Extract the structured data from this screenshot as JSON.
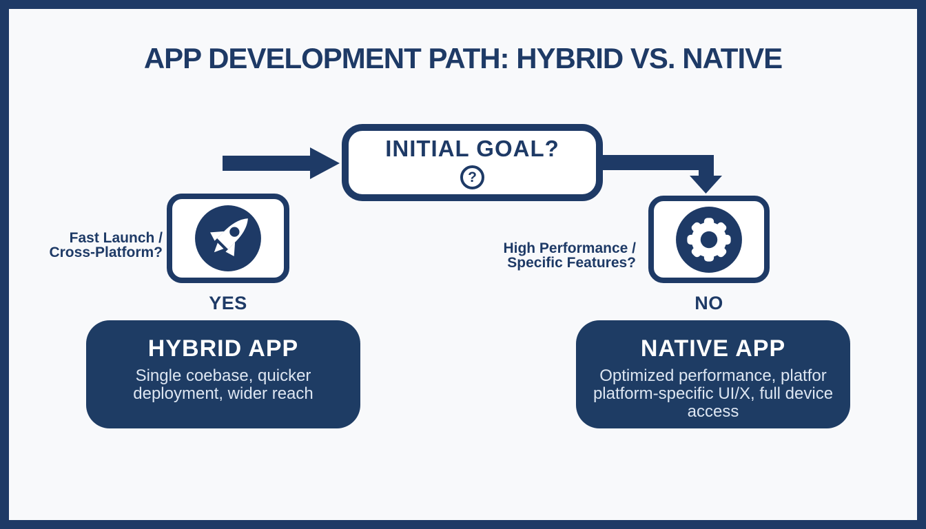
{
  "palette": {
    "navy": "#1e3a66",
    "box_fill": "#1e3c64",
    "bg": "#f8f9fb",
    "subtitle_text": "#dde6f2"
  },
  "title": "APP DEVELOPMENT PATH: HYBRID VS. NATIVE",
  "decision": {
    "label": "INITIAL GOAL?",
    "icon": "question-mark-circle-icon"
  },
  "icons": {
    "question_mark": "?"
  },
  "branches": {
    "hybrid": {
      "question_line1": "Fast Launch /",
      "question_line2": "Cross-Platform?",
      "icon": "rocket-icon",
      "answer": "YES",
      "result_title": "HYBRID APP",
      "result_description": "Single coebase, quicker deployment, wider reach"
    },
    "native": {
      "question_line1": "High Performance /",
      "question_line2": "Specific Features?",
      "icon": "gear-icon",
      "answer": "NO",
      "result_title": "NATIVE APP",
      "result_description": "Optimized performance, platfor platform-specific UI/X, full device access"
    }
  }
}
